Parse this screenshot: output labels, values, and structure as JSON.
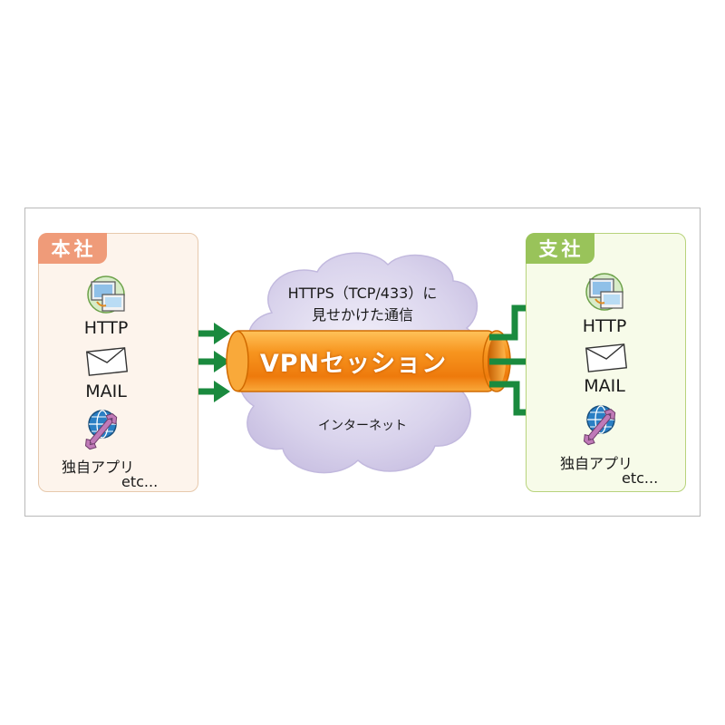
{
  "headquarters": {
    "title": "本社",
    "apps": [
      {
        "label": "HTTP",
        "icon": "http-computer-icon"
      },
      {
        "label": "MAIL",
        "icon": "mail-envelope-icon"
      },
      {
        "label": "独自アプリ",
        "icon": "globe-wrench-icon"
      }
    ],
    "etc": "etc..."
  },
  "branch": {
    "title": "支社",
    "apps": [
      {
        "label": "HTTP",
        "icon": "http-computer-icon"
      },
      {
        "label": "MAIL",
        "icon": "mail-envelope-icon"
      },
      {
        "label": "独自アプリ",
        "icon": "globe-wrench-icon"
      }
    ],
    "etc": "etc..."
  },
  "cloud": {
    "caption_line1": "HTTPS（TCP/433）に",
    "caption_line2": "見せかけた通信",
    "label": "インターネット"
  },
  "tunnel": {
    "label": "VPNセッション"
  },
  "colors": {
    "arrow": "#1a8a3e",
    "tunnel": "#f28a1b",
    "cloud": "#d6d0ea",
    "hq_tab": "#ef9b79",
    "branch_tab": "#99c35a"
  }
}
